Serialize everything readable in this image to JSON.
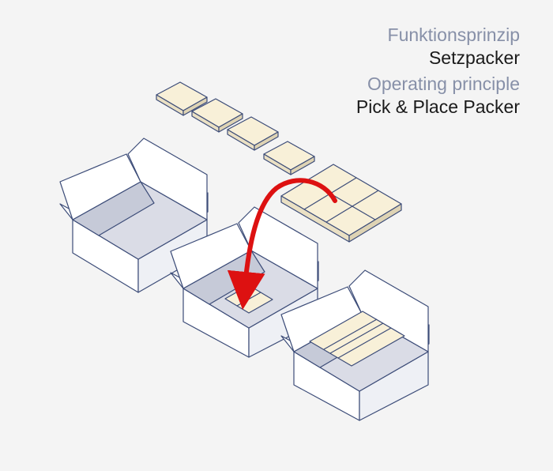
{
  "titles": {
    "de_label": "Funktionsprinzip",
    "de_name": "Setzpacker",
    "en_label": "Operating principle",
    "en_name": "Pick & Place Packer"
  },
  "colors": {
    "background": "#f4f4f4",
    "outline": "#3c4c78",
    "box_face": "#ffffff",
    "box_inner": "#dadce6",
    "product": "#f8f0d8",
    "arrow": "#dd1111",
    "label_grey": "#8790a8"
  },
  "illustration": {
    "conveyor_products": 4,
    "grouped_products": 6,
    "boxes": [
      "empty",
      "filling",
      "full"
    ],
    "arrow_icon": "transfer-arrow-icon"
  }
}
